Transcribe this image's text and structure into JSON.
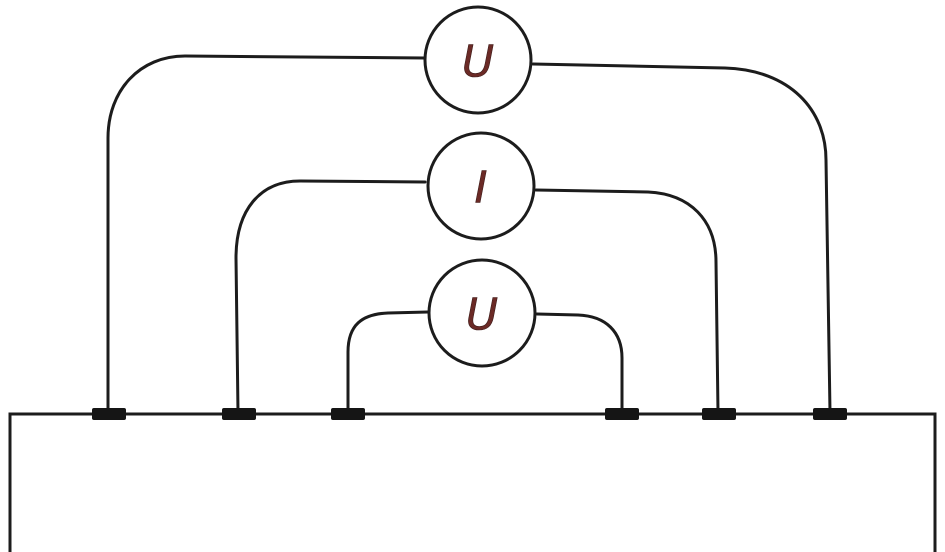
{
  "colors": {
    "line": "#1c1c1c",
    "label": "#6b2a26",
    "background": "#ffffff"
  },
  "meters": [
    {
      "label": "U"
    },
    {
      "label": "I"
    },
    {
      "label": "U"
    }
  ]
}
